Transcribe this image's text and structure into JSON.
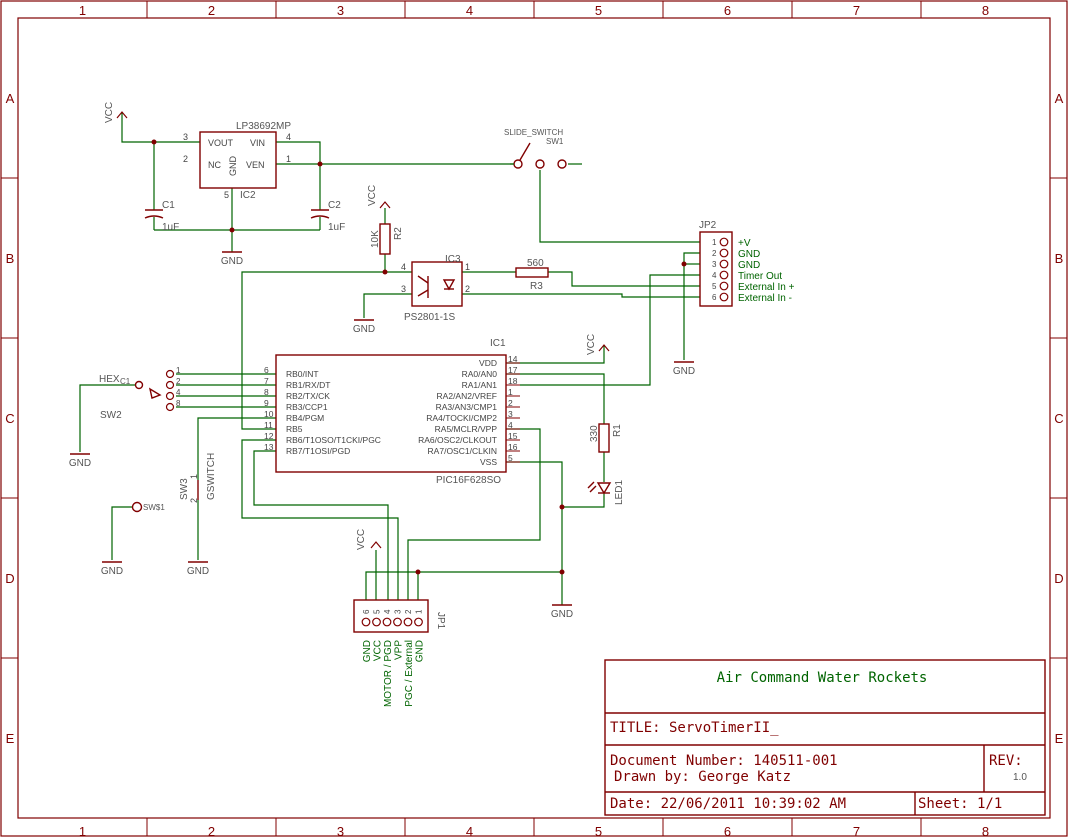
{
  "grid": {
    "columns": [
      "1",
      "2",
      "3",
      "4",
      "5",
      "6",
      "7",
      "8"
    ],
    "rows": [
      "A",
      "B",
      "C",
      "D",
      "E"
    ]
  },
  "parts": {
    "ic2": {
      "name": "IC2",
      "value": "LP38692MP",
      "pins": [
        "VOUT",
        "NC",
        "VIN",
        "VEN",
        "GND"
      ],
      "pinnums": [
        "3",
        "2",
        "4",
        "1",
        "5"
      ]
    },
    "c1": {
      "name": "C1",
      "value": "1uF"
    },
    "c2": {
      "name": "C2",
      "value": "1uF"
    },
    "sw1": {
      "name": "SW1",
      "value": "SLIDE_SWITCH"
    },
    "r2": {
      "name": "R2",
      "value": "10K"
    },
    "ic3": {
      "name": "IC3",
      "value": "PS2801-1S",
      "pinnums": [
        "4",
        "3",
        "1",
        "2"
      ]
    },
    "r3": {
      "name": "R3",
      "value": "560"
    },
    "jp2": {
      "name": "JP2",
      "pins": [
        {
          "num": "1",
          "label": "+V"
        },
        {
          "num": "2",
          "label": "GND"
        },
        {
          "num": "3",
          "label": "GND"
        },
        {
          "num": "4",
          "label": "Timer Out"
        },
        {
          "num": "5",
          "label": "External In +"
        },
        {
          "num": "6",
          "label": "External In -"
        }
      ]
    },
    "ic1": {
      "name": "IC1",
      "value": "PIC16F628SO",
      "left_pins": [
        {
          "num": "6",
          "label": "RB0/INT"
        },
        {
          "num": "7",
          "label": "RB1/RX/DT"
        },
        {
          "num": "8",
          "label": "RB2/TX/CK"
        },
        {
          "num": "9",
          "label": "RB3/CCP1"
        },
        {
          "num": "10",
          "label": "RB4/PGM"
        },
        {
          "num": "11",
          "label": "RB5"
        },
        {
          "num": "12",
          "label": "RB6/T1OSO/T1CKI/PGC"
        },
        {
          "num": "13",
          "label": "RB7/T1OSI/PGD"
        }
      ],
      "right_pins": [
        {
          "num": "14",
          "label": "VDD"
        },
        {
          "num": "17",
          "label": "RA0/AN0"
        },
        {
          "num": "18",
          "label": "RA1/AN1"
        },
        {
          "num": "1",
          "label": "RA2/AN2/VREF"
        },
        {
          "num": "2",
          "label": "RA3/AN3/CMP1"
        },
        {
          "num": "3",
          "label": "RA4/TOCKI/CMP2"
        },
        {
          "num": "4",
          "label": "RA5/MCLR/VPP"
        },
        {
          "num": "15",
          "label": "RA6/OSC2/CLKOUT"
        },
        {
          "num": "16",
          "label": "RA7/OSC1/CLKIN"
        },
        {
          "num": "5",
          "label": "VSS"
        }
      ]
    },
    "r1": {
      "name": "R1",
      "value": "330"
    },
    "led1": {
      "name": "LED1"
    },
    "sw2": {
      "name": "SW2",
      "hex_label": "HEX",
      "c1_label": "C1",
      "pinnums": [
        "1",
        "2",
        "4",
        "8"
      ]
    },
    "sw3": {
      "name": "SW3",
      "value": "GSWITCH",
      "pinnums": [
        "1",
        "2"
      ]
    },
    "swpad": {
      "name": "SW$1"
    },
    "jp1": {
      "name": "JP1",
      "pins": [
        {
          "num": "6",
          "label": "GND"
        },
        {
          "num": "5",
          "label": "VCC"
        },
        {
          "num": "4",
          "label": "MOTOR / PGD"
        },
        {
          "num": "3",
          "label": "VPP"
        },
        {
          "num": "2",
          "label": "PGC / External"
        },
        {
          "num": "1",
          "label": "GND"
        }
      ]
    }
  },
  "supplies": {
    "vcc_label": "VCC",
    "gnd_label": "GND"
  },
  "title_block": {
    "company": "Air Command Water Rockets",
    "title": "TITLE:  ServoTimerII_",
    "doc_number": "Document Number: 140511-001",
    "drawn_by": "Drawn by: George Katz",
    "rev_label": "REV:",
    "rev": "1.0",
    "date": "Date: 22/06/2011 10:39:02 AM",
    "sheet": "Sheet: 1/1"
  }
}
